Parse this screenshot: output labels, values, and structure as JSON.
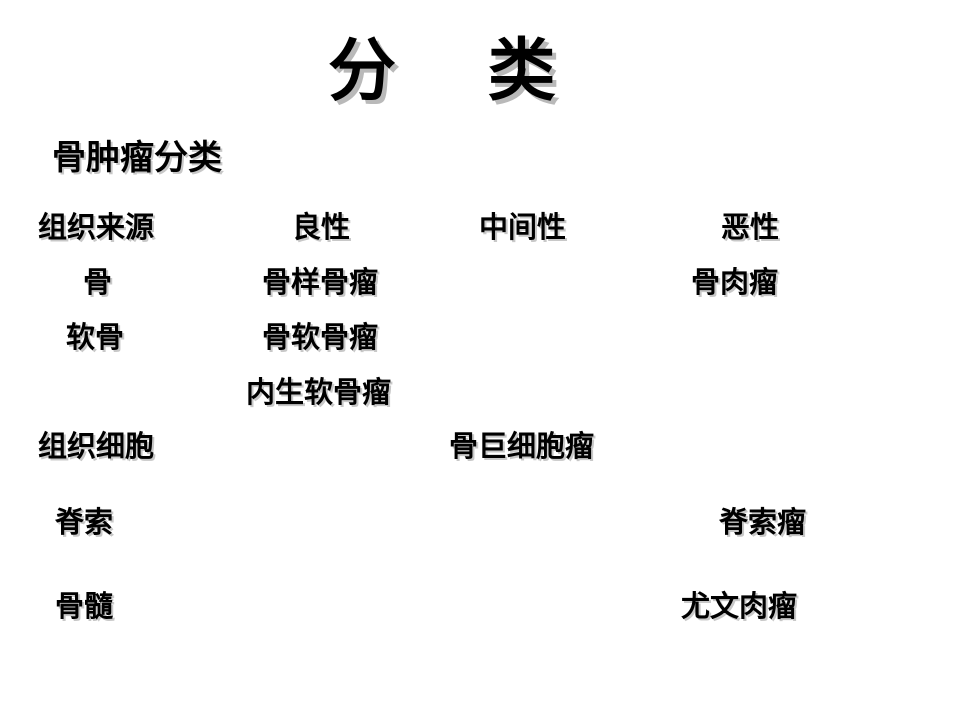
{
  "slide": {
    "title": "分 类",
    "subtitle": "骨肿瘤分类",
    "headers": {
      "source": "组织来源",
      "benign": "良性",
      "intermediate": "中间性",
      "malignant": "恶性"
    },
    "rows": [
      {
        "source": "骨",
        "benign": "骨样骨瘤",
        "intermediate": "",
        "malignant": "骨肉瘤"
      },
      {
        "source": "软骨",
        "benign": "骨软骨瘤",
        "intermediate": "",
        "malignant": ""
      },
      {
        "source": "",
        "benign": "内生软骨瘤",
        "intermediate": "",
        "malignant": ""
      },
      {
        "source": "组织细胞",
        "benign": "",
        "intermediate": "骨巨细胞瘤",
        "malignant": ""
      },
      {
        "source": "脊索",
        "benign": "",
        "intermediate": "",
        "malignant": "脊索瘤"
      },
      {
        "source": "骨髓",
        "benign": "",
        "intermediate": "",
        "malignant": "尤文肉瘤"
      }
    ]
  }
}
